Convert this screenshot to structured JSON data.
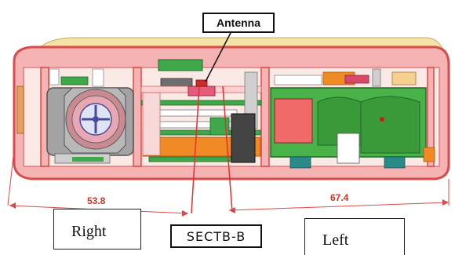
{
  "labels": {
    "antenna": "Antenna",
    "right": "Right",
    "left": "Left",
    "section": "SECTB-B"
  },
  "dimensions": {
    "right_length": "53.8",
    "left_length": "67.4"
  },
  "colors": {
    "housing_outline": "#d94a4a",
    "housing_fill": "#f5a3a3",
    "top_band": "#f3e3a6",
    "pcb_green": "#3ea84a",
    "module_gray": "#9a9a9a",
    "dimension_red": "#c0392b",
    "orange_parts": "#f08a24"
  }
}
